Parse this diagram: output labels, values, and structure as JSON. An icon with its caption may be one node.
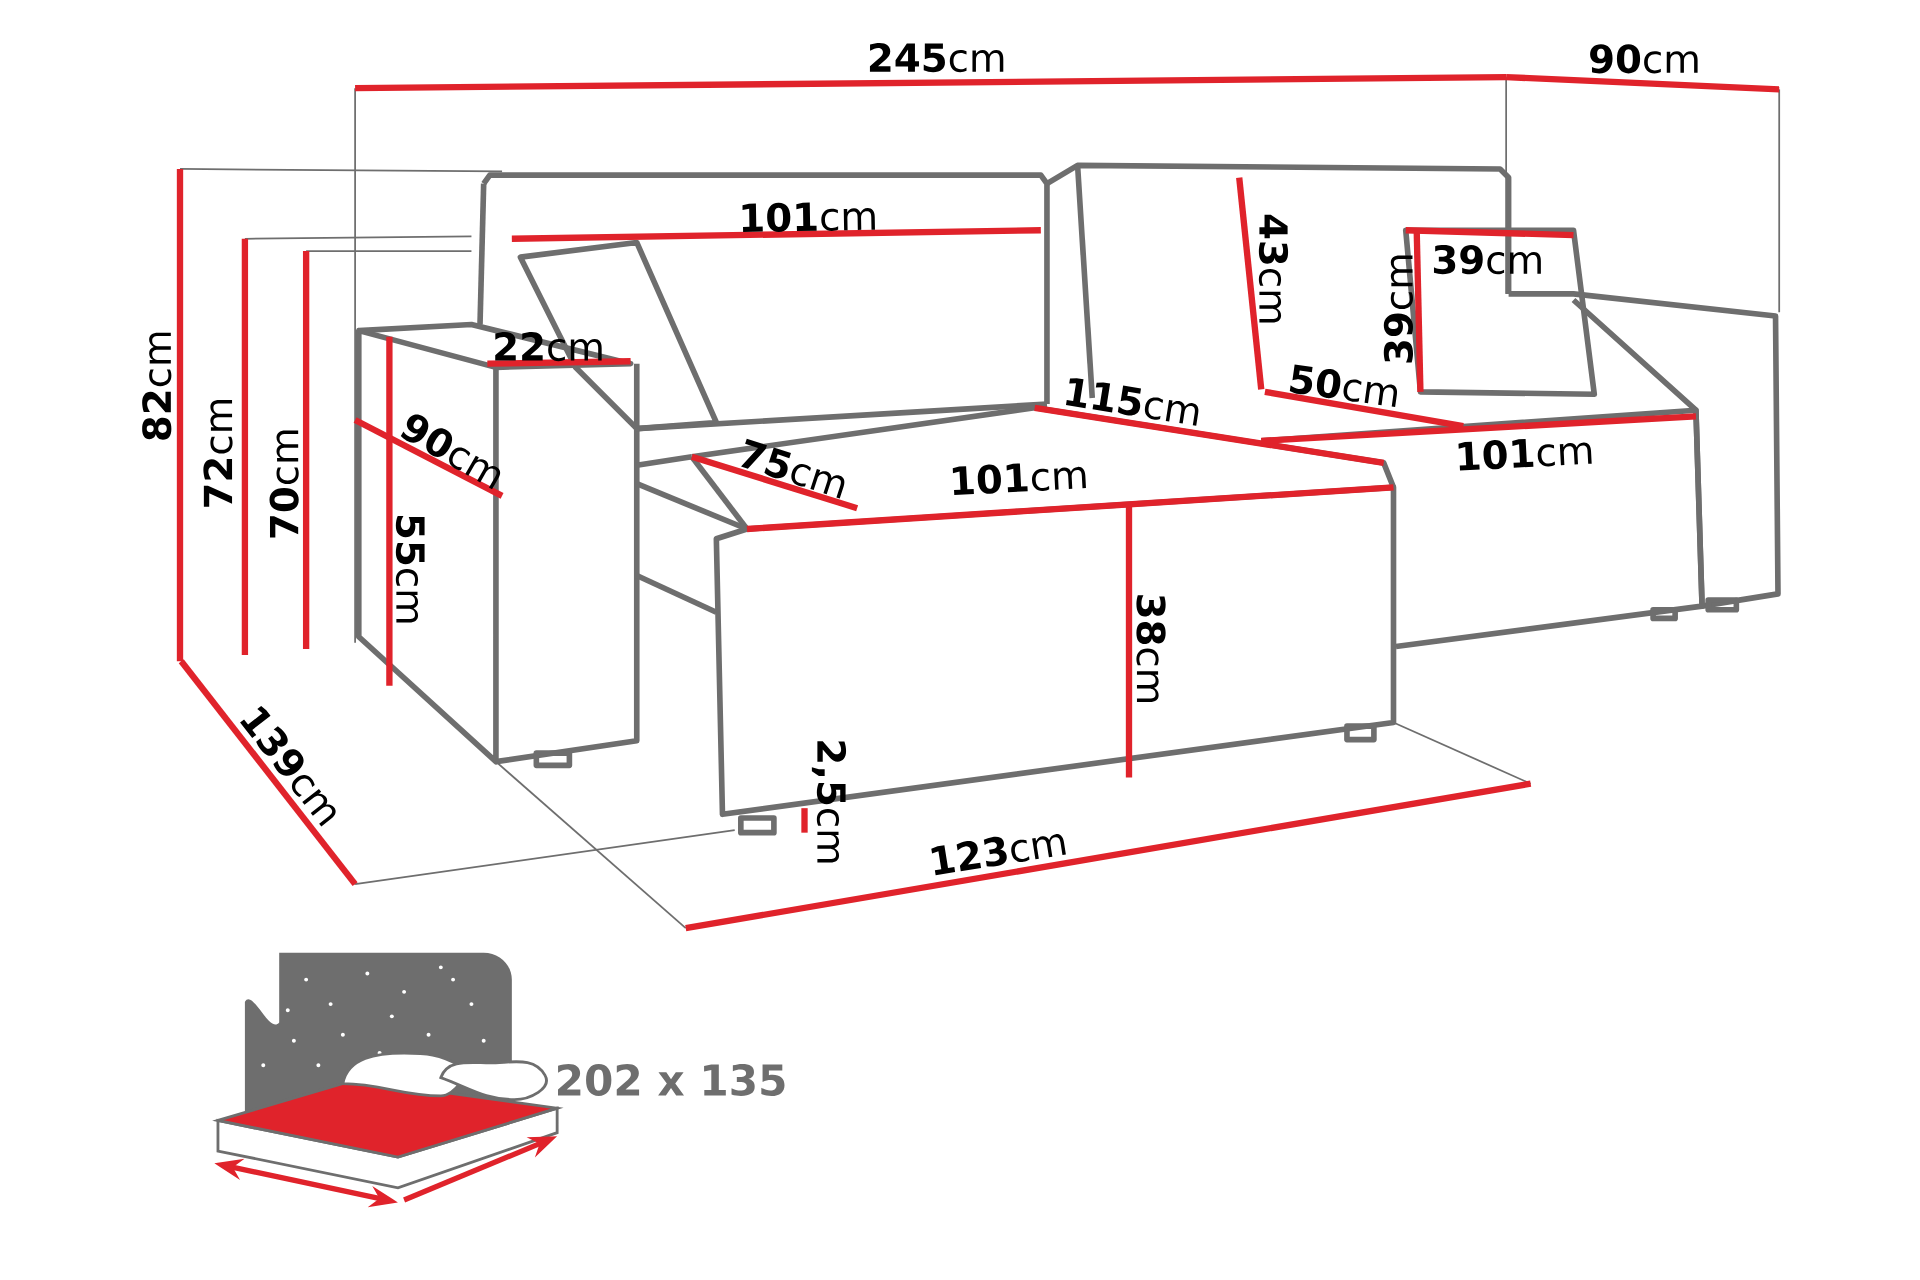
{
  "diagram": {
    "labels": [
      "**245**cm",
      "**90**cm",
      "**101**cm",
      "**43**cm",
      "**39**cm",
      "**39**cm",
      "**82**cm",
      "**22**cm",
      "**72**cm",
      "**70**cm",
      "**115**cm",
      "**50**cm",
      "**101**cm",
      "**90**cm",
      "**75**cm",
      "**101**cm",
      "**55**cm",
      "**38**cm",
      "**139**cm",
      "**2,5**cm",
      "**123**cm",
      "202 x 135"
    ]
  }
}
